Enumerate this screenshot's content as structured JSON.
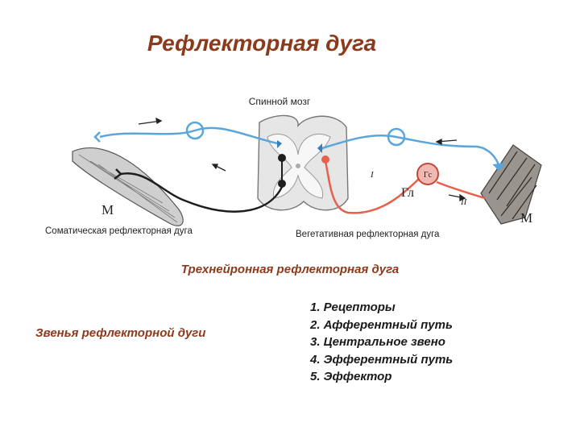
{
  "title": "Рефлекторная дуга",
  "figure": {
    "spinal_cord_label": "Спинной мозг",
    "muscle_left": "М",
    "muscle_right": "М",
    "ganglion": "Гл",
    "ganglion_neuron": "Гс",
    "roman_one": "I",
    "roman_two": "II",
    "somatic_label": "Соматическая рефлекторная дуга",
    "vegetative_label": "Вегетативная рефлекторная дуга",
    "colors": {
      "afferent": "#5aa6da",
      "somatic_efferent": "#1e1e1e",
      "vegetative_efferent": "#e8604a",
      "ganglion_fill": "#f0b8b0"
    }
  },
  "subtitle": "Трехнейронная рефлекторная дуга",
  "links_label": "Звенья рефлекторной дуги",
  "steps": [
    "1. Рецепторы",
    "2. Афферентный путь",
    "3. Центральное звено",
    "4. Эфферентный путь",
    "5. Эффектор"
  ]
}
